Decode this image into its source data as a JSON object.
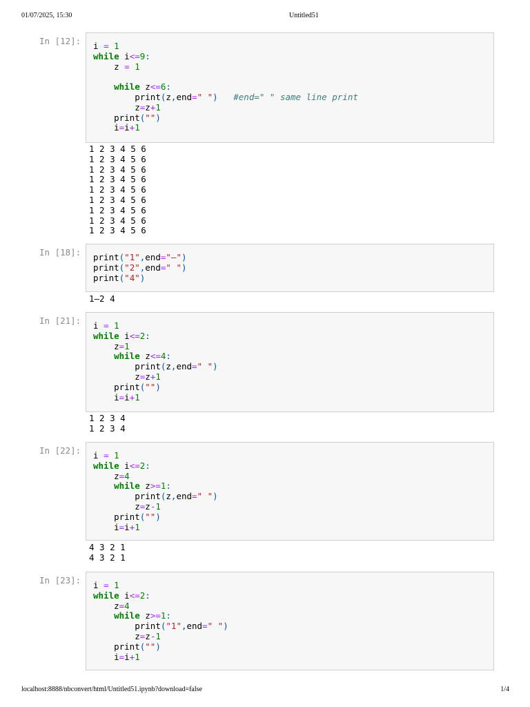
{
  "page": {
    "header_date": "01/07/2025, 15:30",
    "header_title": "Untitled51",
    "footer_url": "localhost:8888/nbconvert/html/Untitled51.ipynb?download=false",
    "footer_page": "1/4"
  },
  "colors": {
    "keyword": "#008000",
    "operator": "#aa22ff",
    "number": "#008000",
    "string": "#ba2121",
    "comment": "#3d7b7b",
    "punctuation": "#0055aa",
    "prompt": "#8a8a8a",
    "cell_border": "#cfcfcf",
    "cell_background": "#f7f7f7"
  },
  "cells": [
    {
      "prompt": "In [12]:",
      "code": [
        [
          [
            "name",
            "i"
          ],
          [
            "text",
            " "
          ],
          [
            "op",
            "="
          ],
          [
            "text",
            " "
          ],
          [
            "num",
            "1"
          ]
        ],
        [
          [
            "kw",
            "while"
          ],
          [
            "text",
            " "
          ],
          [
            "name",
            "i"
          ],
          [
            "op",
            "<="
          ],
          [
            "num",
            "9"
          ],
          [
            "punct",
            ":"
          ]
        ],
        [
          [
            "text",
            "    "
          ],
          [
            "name",
            "z"
          ],
          [
            "text",
            " "
          ],
          [
            "op",
            "="
          ],
          [
            "text",
            " "
          ],
          [
            "num",
            "1"
          ]
        ],
        [],
        [
          [
            "text",
            "    "
          ],
          [
            "kw",
            "while"
          ],
          [
            "text",
            " "
          ],
          [
            "name",
            "z"
          ],
          [
            "op",
            "<="
          ],
          [
            "num",
            "6"
          ],
          [
            "punct",
            ":"
          ]
        ],
        [
          [
            "text",
            "        "
          ],
          [
            "name",
            "print"
          ],
          [
            "punct",
            "("
          ],
          [
            "name",
            "z"
          ],
          [
            "punct",
            ","
          ],
          [
            "name",
            "end"
          ],
          [
            "op",
            "="
          ],
          [
            "str",
            "\" \""
          ],
          [
            "punct",
            ")"
          ],
          [
            "text",
            "   "
          ],
          [
            "comment",
            "#end=\" \" same line print"
          ]
        ],
        [
          [
            "text",
            "        "
          ],
          [
            "name",
            "z"
          ],
          [
            "op",
            "="
          ],
          [
            "name",
            "z"
          ],
          [
            "op",
            "+"
          ],
          [
            "num",
            "1"
          ]
        ],
        [
          [
            "text",
            "    "
          ],
          [
            "name",
            "print"
          ],
          [
            "punct",
            "("
          ],
          [
            "str",
            "\"\""
          ],
          [
            "punct",
            ")"
          ]
        ],
        [
          [
            "text",
            "    "
          ],
          [
            "name",
            "i"
          ],
          [
            "op",
            "="
          ],
          [
            "name",
            "i"
          ],
          [
            "op",
            "+"
          ],
          [
            "num",
            "1"
          ]
        ]
      ],
      "output": [
        "1 2 3 4 5 6",
        "1 2 3 4 5 6",
        "1 2 3 4 5 6",
        "1 2 3 4 5 6",
        "1 2 3 4 5 6",
        "1 2 3 4 5 6",
        "1 2 3 4 5 6",
        "1 2 3 4 5 6",
        "1 2 3 4 5 6"
      ]
    },
    {
      "prompt": "In [18]:",
      "code": [
        [
          [
            "name",
            "print"
          ],
          [
            "punct",
            "("
          ],
          [
            "str",
            "\"1\""
          ],
          [
            "punct",
            ","
          ],
          [
            "name",
            "end"
          ],
          [
            "op",
            "="
          ],
          [
            "str",
            "\"–\""
          ],
          [
            "punct",
            ")"
          ]
        ],
        [
          [
            "name",
            "print"
          ],
          [
            "punct",
            "("
          ],
          [
            "str",
            "\"2\""
          ],
          [
            "punct",
            ","
          ],
          [
            "name",
            "end"
          ],
          [
            "op",
            "="
          ],
          [
            "str",
            "\" \""
          ],
          [
            "punct",
            ")"
          ]
        ],
        [
          [
            "name",
            "print"
          ],
          [
            "punct",
            "("
          ],
          [
            "str",
            "\"4\""
          ],
          [
            "punct",
            ")"
          ]
        ]
      ],
      "output": [
        "1–2 4"
      ]
    },
    {
      "prompt": "In [21]:",
      "code": [
        [
          [
            "name",
            "i"
          ],
          [
            "text",
            " "
          ],
          [
            "op",
            "="
          ],
          [
            "text",
            " "
          ],
          [
            "num",
            "1"
          ]
        ],
        [
          [
            "kw",
            "while"
          ],
          [
            "text",
            " "
          ],
          [
            "name",
            "i"
          ],
          [
            "op",
            "<="
          ],
          [
            "num",
            "2"
          ],
          [
            "punct",
            ":"
          ]
        ],
        [
          [
            "text",
            "    "
          ],
          [
            "name",
            "z"
          ],
          [
            "op",
            "="
          ],
          [
            "num",
            "1"
          ]
        ],
        [
          [
            "text",
            "    "
          ],
          [
            "kw",
            "while"
          ],
          [
            "text",
            " "
          ],
          [
            "name",
            "z"
          ],
          [
            "op",
            "<="
          ],
          [
            "num",
            "4"
          ],
          [
            "punct",
            ":"
          ]
        ],
        [
          [
            "text",
            "        "
          ],
          [
            "name",
            "print"
          ],
          [
            "punct",
            "("
          ],
          [
            "name",
            "z"
          ],
          [
            "punct",
            ","
          ],
          [
            "name",
            "end"
          ],
          [
            "op",
            "="
          ],
          [
            "str",
            "\" \""
          ],
          [
            "punct",
            ")"
          ]
        ],
        [
          [
            "text",
            "        "
          ],
          [
            "name",
            "z"
          ],
          [
            "op",
            "="
          ],
          [
            "name",
            "z"
          ],
          [
            "op",
            "+"
          ],
          [
            "num",
            "1"
          ]
        ],
        [
          [
            "text",
            "    "
          ],
          [
            "name",
            "print"
          ],
          [
            "punct",
            "("
          ],
          [
            "str",
            "\"\""
          ],
          [
            "punct",
            ")"
          ]
        ],
        [
          [
            "text",
            "    "
          ],
          [
            "name",
            "i"
          ],
          [
            "op",
            "="
          ],
          [
            "name",
            "i"
          ],
          [
            "op",
            "+"
          ],
          [
            "num",
            "1"
          ]
        ]
      ],
      "output": [
        "1 2 3 4",
        "1 2 3 4"
      ]
    },
    {
      "prompt": "In [22]:",
      "code": [
        [
          [
            "name",
            "i"
          ],
          [
            "text",
            " "
          ],
          [
            "op",
            "="
          ],
          [
            "text",
            " "
          ],
          [
            "num",
            "1"
          ]
        ],
        [
          [
            "kw",
            "while"
          ],
          [
            "text",
            " "
          ],
          [
            "name",
            "i"
          ],
          [
            "op",
            "<="
          ],
          [
            "num",
            "2"
          ],
          [
            "punct",
            ":"
          ]
        ],
        [
          [
            "text",
            "    "
          ],
          [
            "name",
            "z"
          ],
          [
            "op",
            "="
          ],
          [
            "num",
            "4"
          ]
        ],
        [
          [
            "text",
            "    "
          ],
          [
            "kw",
            "while"
          ],
          [
            "text",
            " "
          ],
          [
            "name",
            "z"
          ],
          [
            "op",
            ">="
          ],
          [
            "num",
            "1"
          ],
          [
            "punct",
            ":"
          ]
        ],
        [
          [
            "text",
            "        "
          ],
          [
            "name",
            "print"
          ],
          [
            "punct",
            "("
          ],
          [
            "name",
            "z"
          ],
          [
            "punct",
            ","
          ],
          [
            "name",
            "end"
          ],
          [
            "op",
            "="
          ],
          [
            "str",
            "\" \""
          ],
          [
            "punct",
            ")"
          ]
        ],
        [
          [
            "text",
            "        "
          ],
          [
            "name",
            "z"
          ],
          [
            "op",
            "="
          ],
          [
            "name",
            "z"
          ],
          [
            "op",
            "-"
          ],
          [
            "num",
            "1"
          ]
        ],
        [
          [
            "text",
            "    "
          ],
          [
            "name",
            "print"
          ],
          [
            "punct",
            "("
          ],
          [
            "str",
            "\"\""
          ],
          [
            "punct",
            ")"
          ]
        ],
        [
          [
            "text",
            "    "
          ],
          [
            "name",
            "i"
          ],
          [
            "op",
            "="
          ],
          [
            "name",
            "i"
          ],
          [
            "op",
            "+"
          ],
          [
            "num",
            "1"
          ]
        ]
      ],
      "output": [
        "4 3 2 1",
        "4 3 2 1"
      ]
    },
    {
      "prompt": "In [23]:",
      "code": [
        [
          [
            "name",
            "i"
          ],
          [
            "text",
            " "
          ],
          [
            "op",
            "="
          ],
          [
            "text",
            " "
          ],
          [
            "num",
            "1"
          ]
        ],
        [
          [
            "kw",
            "while"
          ],
          [
            "text",
            " "
          ],
          [
            "name",
            "i"
          ],
          [
            "op",
            "<="
          ],
          [
            "num",
            "2"
          ],
          [
            "punct",
            ":"
          ]
        ],
        [
          [
            "text",
            "    "
          ],
          [
            "name",
            "z"
          ],
          [
            "op",
            "="
          ],
          [
            "num",
            "4"
          ]
        ],
        [
          [
            "text",
            "    "
          ],
          [
            "kw",
            "while"
          ],
          [
            "text",
            " "
          ],
          [
            "name",
            "z"
          ],
          [
            "op",
            ">="
          ],
          [
            "num",
            "1"
          ],
          [
            "punct",
            ":"
          ]
        ],
        [
          [
            "text",
            "        "
          ],
          [
            "name",
            "print"
          ],
          [
            "punct",
            "("
          ],
          [
            "str",
            "\"1\""
          ],
          [
            "punct",
            ","
          ],
          [
            "name",
            "end"
          ],
          [
            "op",
            "="
          ],
          [
            "str",
            "\" \""
          ],
          [
            "punct",
            ")"
          ]
        ],
        [
          [
            "text",
            "        "
          ],
          [
            "name",
            "z"
          ],
          [
            "op",
            "="
          ],
          [
            "name",
            "z"
          ],
          [
            "op",
            "-"
          ],
          [
            "num",
            "1"
          ]
        ],
        [
          [
            "text",
            "    "
          ],
          [
            "name",
            "print"
          ],
          [
            "punct",
            "("
          ],
          [
            "str",
            "\"\""
          ],
          [
            "punct",
            ")"
          ]
        ],
        [
          [
            "text",
            "    "
          ],
          [
            "name",
            "i"
          ],
          [
            "op",
            "="
          ],
          [
            "name",
            "i"
          ],
          [
            "op",
            "+"
          ],
          [
            "num",
            "1"
          ]
        ]
      ],
      "output": []
    }
  ]
}
